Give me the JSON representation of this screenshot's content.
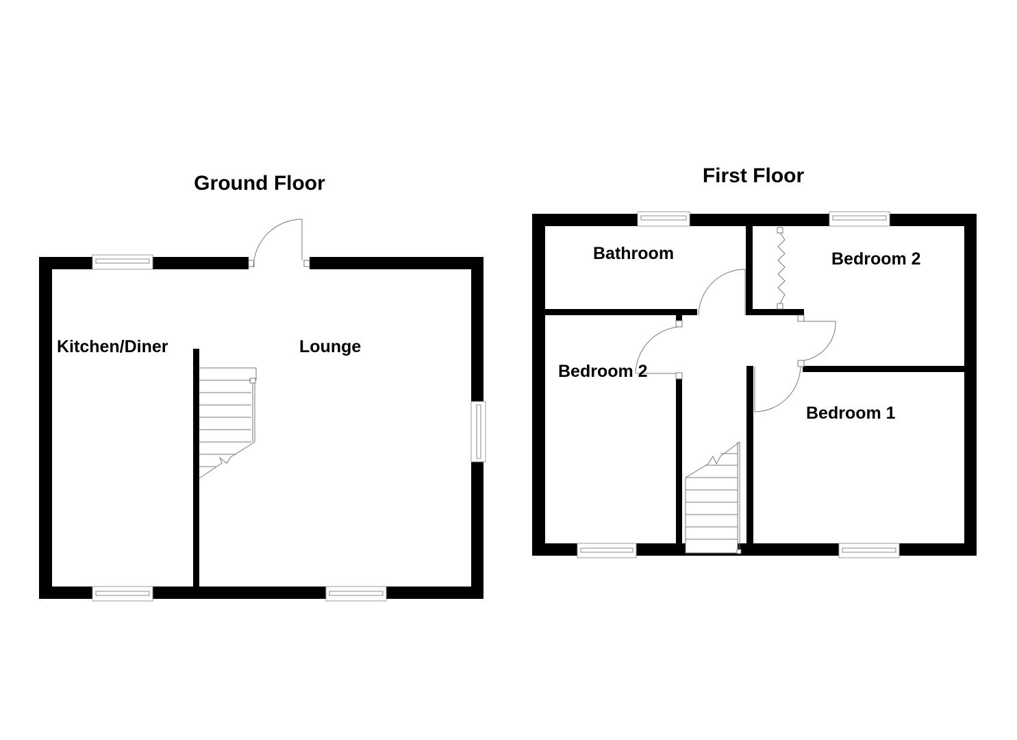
{
  "floors": [
    {
      "title": "Ground Floor",
      "rooms": [
        {
          "label": "Kitchen/Diner"
        },
        {
          "label": "Lounge"
        }
      ]
    },
    {
      "title": "First Floor",
      "rooms": [
        {
          "label": "Bathroom"
        },
        {
          "label": "Bedroom 2"
        },
        {
          "label": "Bedroom 2"
        },
        {
          "label": "Bedroom 1"
        }
      ]
    }
  ],
  "colors": {
    "wall": "#000000",
    "background": "#ffffff",
    "fixture_line": "#777777"
  }
}
